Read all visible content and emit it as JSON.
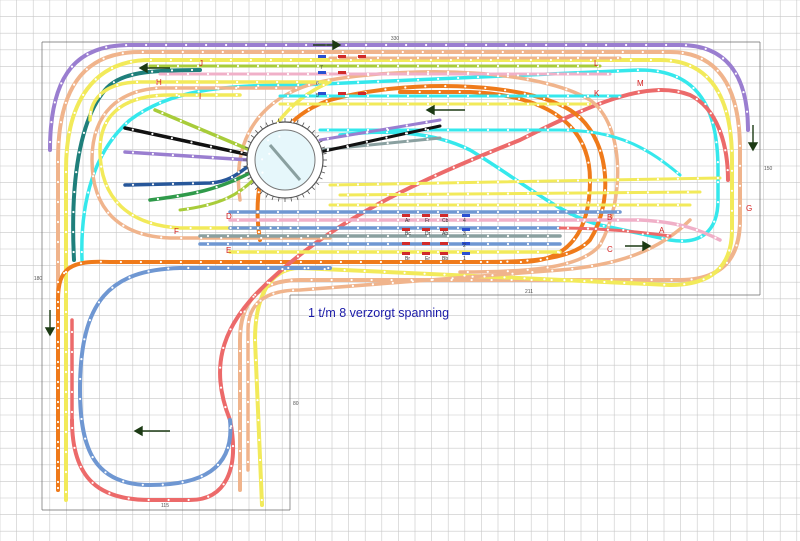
{
  "caption": "1 t/m 8 verzorgt spanning",
  "dimension_labels": {
    "top": "330",
    "left": "180",
    "right": "150",
    "middle_vertical": "80",
    "middle_horizontal": "211",
    "bottom": "115"
  },
  "track_letters": [
    "A",
    "B",
    "C",
    "D",
    "E",
    "F",
    "G",
    "H",
    "I",
    "J",
    "K",
    "L",
    "M"
  ],
  "station_labels": [
    "Ar",
    "Fr",
    "Cb",
    "Bc",
    "Dr",
    "Ab",
    "Br",
    "Er",
    "Bb",
    "1",
    "2",
    "3",
    "4",
    "5",
    "6",
    "7"
  ],
  "colors": {
    "grid": "#c8c8c8",
    "grid_major": "#a9a9a9",
    "caption": "#1a1aa8",
    "letters": "#d42020",
    "tracks": {
      "yellow": "#f2ea5a",
      "salmon": "#f0b48c",
      "cyan": "#35e8ec",
      "orange": "#ef7a1a",
      "red": "#ec6a6a",
      "blue": "#6f97d2",
      "purple": "#9a7ed0",
      "teal": "#1f7f7b",
      "green": "#2f9a4a",
      "lime": "#a8cc3a",
      "pink": "#f0b0c8",
      "gray": "#8aa0a0",
      "black": "#111111",
      "navy": "#27579a"
    }
  },
  "icons": [
    "turntable-icon",
    "direction-arrow-icon"
  ]
}
